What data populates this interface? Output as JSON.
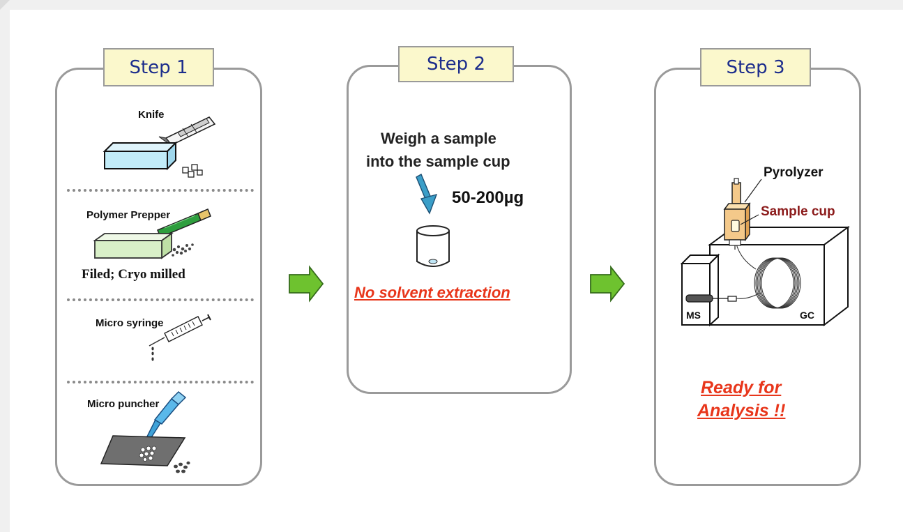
{
  "steps": [
    {
      "title": "Step 1"
    },
    {
      "title": "Step 2"
    },
    {
      "title": "Step 3"
    }
  ],
  "step1": {
    "knife": "Knife",
    "polymer_prepper": "Polymer Prepper",
    "filed_cryo": "Filed; Cryo milled",
    "micro_syringe": "Micro syringe",
    "micro_puncher": "Micro puncher"
  },
  "step2": {
    "instruction_line1": "Weigh a sample",
    "instruction_line2": "into the sample cup",
    "amount": "50-200µg",
    "note": "No solvent extraction"
  },
  "step3": {
    "pyrolyzer": "Pyrolyzer",
    "sample_cup": "Sample cup",
    "ms": "MS",
    "gc": "GC",
    "ready_line1": "Ready for",
    "ready_line2": "Analysis !!"
  },
  "colors": {
    "tab_fill": "#fbf8cc",
    "tab_text": "#1c2d8c",
    "arrow_green": "#6ec22f",
    "accent_red": "#e8361b",
    "sample_cup_label": "#8b1a1a"
  }
}
